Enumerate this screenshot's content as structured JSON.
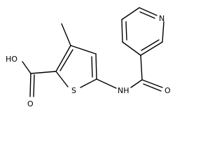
{
  "molecule": {
    "atom_labels": {
      "hydroxyl": "HO",
      "carbonyl_oxygen_acid": "O",
      "sulfur": "S",
      "amide_nitrogen": "NH",
      "carbonyl_oxygen_amide": "O",
      "pyridine_nitrogen": "N"
    }
  }
}
